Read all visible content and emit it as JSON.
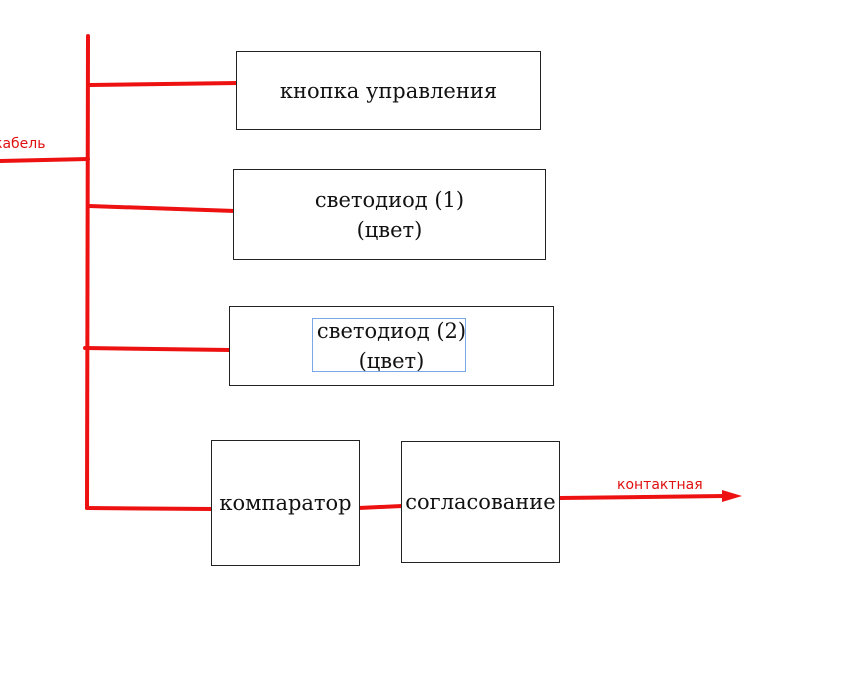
{
  "colors": {
    "wire": "#ee1111",
    "box_border": "#222222",
    "selection": "#7aa7e8",
    "label": "#e01010"
  },
  "labels": {
    "cable": "кабель",
    "contact": "контактная"
  },
  "blocks": {
    "button": {
      "lines": [
        "кнопка управления"
      ]
    },
    "led1": {
      "lines": [
        "светодиод (1)",
        "(цвет)"
      ]
    },
    "led2": {
      "lines": [
        "светодиод (2)",
        "(цвет)"
      ],
      "selected": true
    },
    "comparator": {
      "lines": [
        "компаратор"
      ]
    },
    "matching": {
      "lines": [
        "согласование"
      ]
    }
  }
}
